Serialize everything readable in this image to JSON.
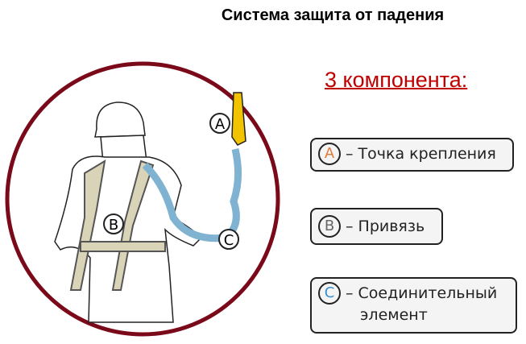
{
  "title": "Система защита от падения",
  "subtitle": "3 компонента:",
  "components": [
    {
      "letter": "A",
      "label": "– Точка крепления",
      "color": "#e07b39"
    },
    {
      "letter": "B",
      "label": "– Привязь",
      "color": "#666666"
    },
    {
      "letter": "C",
      "label": "– Соединительный",
      "label2": "элемент",
      "color": "#3a8fd0"
    }
  ],
  "illustration": {
    "markers": [
      "A",
      "B",
      "C"
    ]
  },
  "colors": {
    "circle": "#7a0a1a",
    "subtitle": "#c00000",
    "lanyard": "#a8d0e6",
    "anchor": "#f2c300"
  }
}
